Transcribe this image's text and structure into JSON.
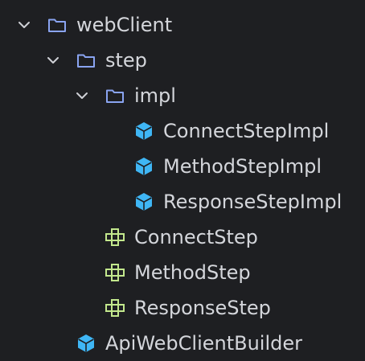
{
  "colors": {
    "background": "#1e1f22",
    "text": "#d4d6db",
    "chevron": "#cfd1d6",
    "folder_icon": "#8aa4f1",
    "class_icon": "#3fb6f5",
    "interface_icon": "#c3e88d"
  },
  "project_tree": {
    "nodes": [
      {
        "label": "webClient",
        "icon": "folder-icon",
        "expanded": true
      },
      {
        "label": "step",
        "icon": "folder-icon",
        "expanded": true
      },
      {
        "label": "impl",
        "icon": "folder-icon",
        "expanded": true
      },
      {
        "label": "ConnectStepImpl",
        "icon": "class-icon"
      },
      {
        "label": "MethodStepImpl",
        "icon": "class-icon"
      },
      {
        "label": "ResponseStepImpl",
        "icon": "class-icon"
      },
      {
        "label": "ConnectStep",
        "icon": "interface-icon"
      },
      {
        "label": "MethodStep",
        "icon": "interface-icon"
      },
      {
        "label": "ResponseStep",
        "icon": "interface-icon"
      },
      {
        "label": "ApiWebClientBuilder",
        "icon": "class-icon"
      }
    ]
  }
}
